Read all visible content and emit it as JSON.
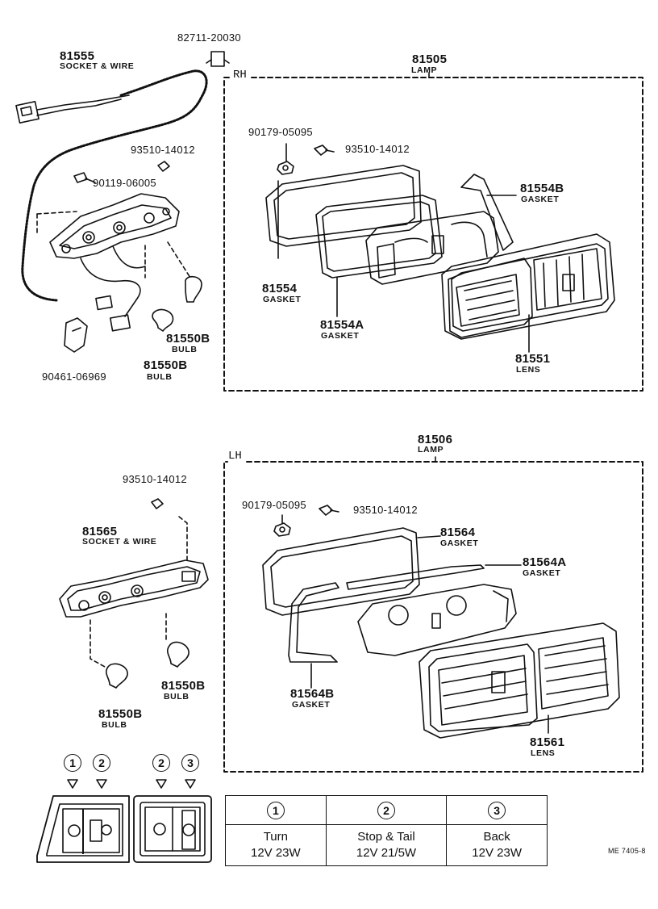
{
  "top_parts": {
    "p82711": "82711-20030",
    "p81555": "81555",
    "p81555_desc": "SOCKET & WIRE",
    "p93510_a": "93510-14012",
    "p90119": "90119-06005",
    "p90461": "90461-06969",
    "p81550b_1": "81550B",
    "p81550b_1_desc": "BULB",
    "p81550b_2": "81550B",
    "p81550b_2_desc": "BULB"
  },
  "rh_lamp": {
    "side_label": "RH",
    "part": "81505",
    "desc": "LAMP",
    "p90179": "90179-05095",
    "p93510": "93510-14012",
    "p81554b": "81554B",
    "p81554b_desc": "GASKET",
    "p81554": "81554",
    "p81554_desc": "GASKET",
    "p81554a": "81554A",
    "p81554a_desc": "GASKET",
    "p81551": "81551",
    "p81551_desc": "LENS"
  },
  "lh_socket": {
    "p93510": "93510-14012",
    "p81565": "81565",
    "p81565_desc": "SOCKET & WIRE",
    "p81550b_1": "81550B",
    "p81550b_1_desc": "BULB",
    "p81550b_2": "81550B",
    "p81550b_2_desc": "BULB"
  },
  "lh_lamp": {
    "side_label": "LH",
    "part": "81506",
    "desc": "LAMP",
    "p90179": "90179-05095",
    "p93510": "93510-14012",
    "p81564": "81564",
    "p81564_desc": "GASKET",
    "p81564a": "81564A",
    "p81564a_desc": "GASKET",
    "p81564b": "81564B",
    "p81564b_desc": "GASKET",
    "p81561": "81561",
    "p81561_desc": "LENS"
  },
  "position_markers": [
    "1",
    "2",
    "2",
    "3"
  ],
  "bulb_table": {
    "columns": [
      {
        "num": "1",
        "function": "Turn",
        "spec": "12V 23W"
      },
      {
        "num": "2",
        "function": "Stop & Tail",
        "spec": "12V 21/5W"
      },
      {
        "num": "3",
        "function": "Back",
        "spec": "12V 23W"
      }
    ]
  },
  "footer_code": "ME 7405-8"
}
